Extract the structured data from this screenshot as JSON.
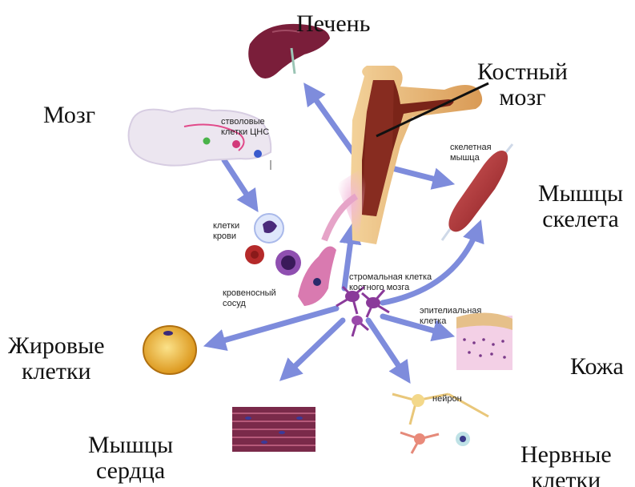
{
  "labels": {
    "liver": "Печень",
    "bone_marrow": "Костный\nмозг",
    "brain": "Мозг",
    "skeletal_muscles": "Мышцы\nскелета",
    "fat_cells": "Жировые\nклетки",
    "skin": "Кожа",
    "heart_muscles": "Мышцы\nсердца",
    "nerve_cells": "Нервные\nклетки"
  },
  "annotations": {
    "cns_stem_cells": "стволовые\nклетки ЦНС",
    "blood_cells": "клетки\nкрови",
    "blood_vessel": "кровеносный\nсосуд",
    "stromal_cell": "стромальная клетка\nкостного мозга",
    "skeletal_muscle_small": "скелетная\nмышца",
    "epithelial_cell": "эпителиальная\nклетка",
    "neuron": "нейрон"
  },
  "colors": {
    "arrow": "#7e8cdc",
    "bone": "#eab97a",
    "marrow": "#7a2418",
    "muscle": "#b63a3a",
    "liver": "#7a1e3a",
    "fat_cell": "#e8a81c",
    "stromal": "#8a3a9a",
    "heart_muscle": "#7a2a4a"
  }
}
